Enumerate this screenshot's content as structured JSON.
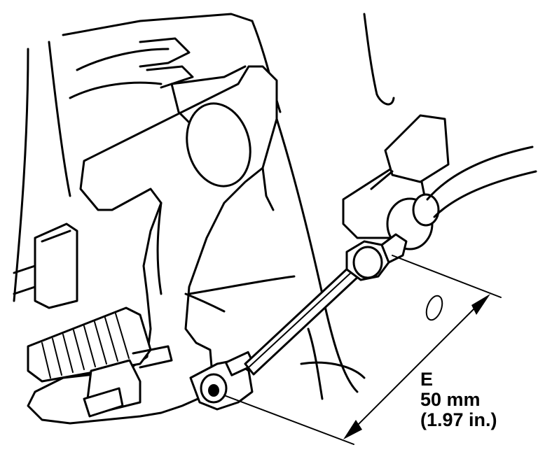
{
  "callout": {
    "letter": "E",
    "metric": "50 mm",
    "imperial": "(1.97 in.)"
  },
  "colors": {
    "ink": "#000000",
    "paper": "#ffffff"
  }
}
